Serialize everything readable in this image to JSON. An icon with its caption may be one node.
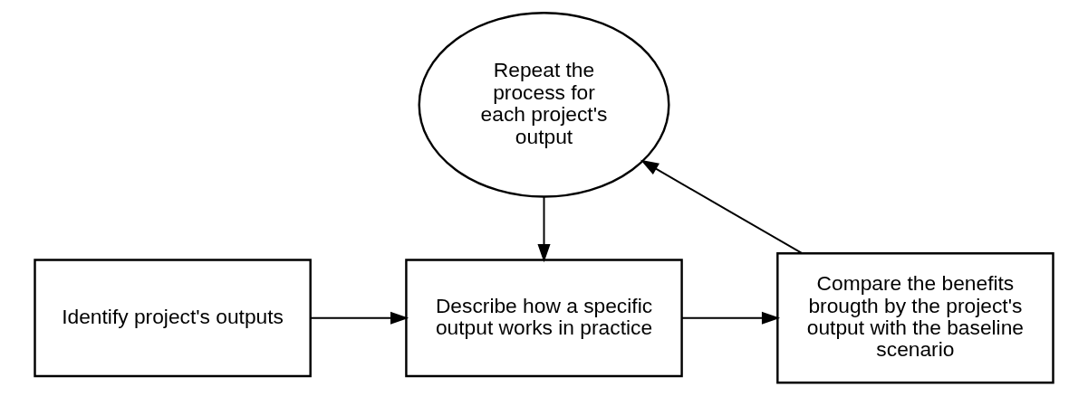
{
  "diagram": {
    "nodes": [
      {
        "text": [
          "Identify project's outputs"
        ]
      },
      {
        "text": [
          "Describe how a specific output works in practice"
        ]
      },
      {
        "text": [
          "Compare the benefits brougth by the project's output with the baseline scenario"
        ]
      },
      {
        "text": [
          "Repeat the process for each project's output"
        ]
      }
    ],
    "edges": [
      {
        "from": 0,
        "to": 1,
        "arrow": "to"
      },
      {
        "from": 1,
        "to": 2,
        "arrow": "to"
      },
      {
        "from": 2,
        "to": 3,
        "arrow": "to"
      },
      {
        "from": 3,
        "to": 1,
        "arrow": "to"
      }
    ]
  }
}
